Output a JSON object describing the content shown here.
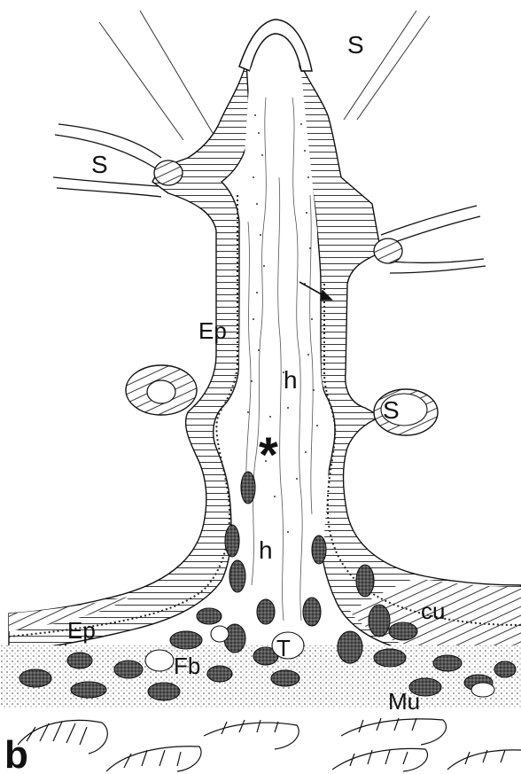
{
  "figure": {
    "panel_letter": "b",
    "labels": {
      "s_top_right": "S",
      "s_left": "S",
      "s_right_mid": "S",
      "ep_upper": "Ep",
      "ep_lower": "Ep",
      "h_upper": "h",
      "h_lower": "h",
      "asterisk": "*",
      "cu": "cu",
      "fb": "Fb",
      "t": "T",
      "mu": "Mu"
    },
    "colors": {
      "ink": "#111111",
      "background": "#ffffff"
    }
  }
}
